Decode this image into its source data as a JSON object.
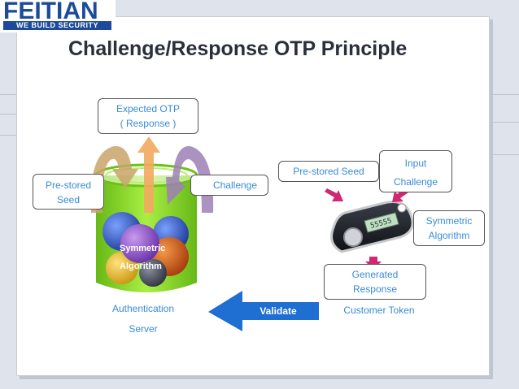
{
  "logo": {
    "main": "FEITIAN",
    "sub": "WE BUILD SECURITY"
  },
  "title": "Challenge/Response OTP Principle",
  "server": {
    "expected_otp_line1": "Expected OTP",
    "expected_otp_line2": "( Response )",
    "prestored_seed_line1": "Pre-stored",
    "prestored_seed_line2": "Seed",
    "challenge": "Challenge",
    "symmetric_line1": "Symmetric",
    "symmetric_line2": "Algorithm",
    "label_line1": "Authentication",
    "label_line2": "Server"
  },
  "token": {
    "prestored_seed": "Pre-stored Seed",
    "input_line1": "Input",
    "input_line2": "Challenge",
    "symmetric_line1": "Symmetric",
    "symmetric_line2": "Algorithm",
    "generated_line1": "Generated",
    "generated_line2": "Response",
    "label": "Customer Token",
    "display": "55555"
  },
  "validate": "Validate",
  "colors": {
    "accent_text": "#3a8bd6",
    "validate_blue": "#1e6fd1",
    "arrow_tan": "#c9a36a",
    "arrow_orange": "#f2a860",
    "arrow_purple": "#9e7fb6",
    "jar_green": "#7bd21c",
    "pointer_pink": "#d1286f"
  }
}
